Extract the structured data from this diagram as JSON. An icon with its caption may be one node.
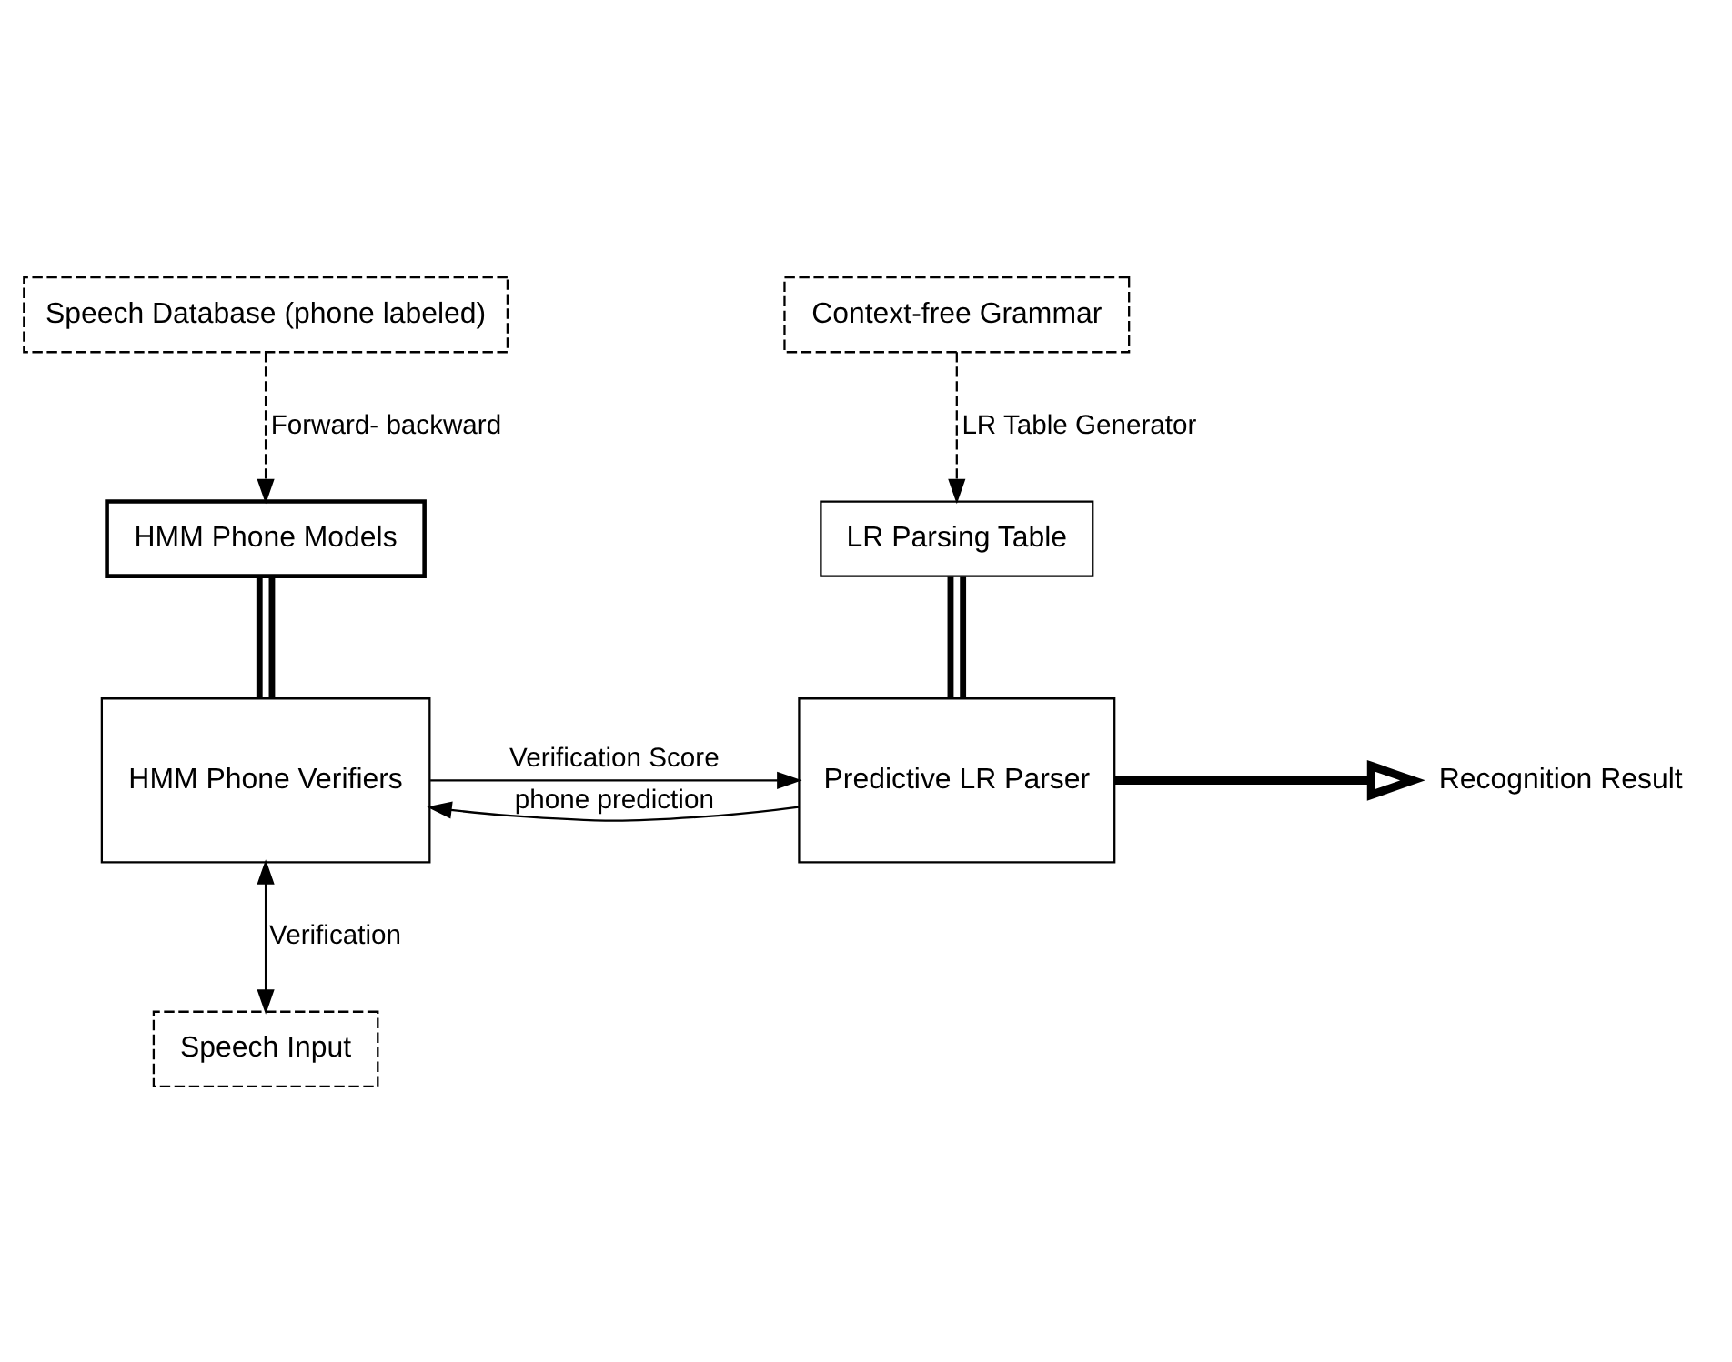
{
  "diagram": {
    "nodes": [
      {
        "text": [
          "Speech Database (phone labeled)"
        ]
      },
      {
        "text": [
          "Context-free Grammar"
        ]
      },
      {
        "text": [
          "HMM Phone Models"
        ]
      },
      {
        "text": [
          "LR Parsing Table"
        ]
      },
      {
        "text": [
          "HMM Phone Verifiers"
        ]
      },
      {
        "text": [
          "Predictive LR Parser"
        ]
      },
      {
        "text": [
          "Recognition Result"
        ]
      },
      {
        "text": [
          "Speech Input"
        ]
      }
    ],
    "edges": [
      {
        "from": 0,
        "to": 2,
        "arrow": "to",
        "style": "dashed",
        "label": "Forward- backward"
      },
      {
        "from": 1,
        "to": 3,
        "arrow": "to",
        "style": "dashed",
        "label": "LR Table Generator"
      },
      {
        "from": 2,
        "to": 4,
        "arrow": "none",
        "style": "thick"
      },
      {
        "from": 3,
        "to": 5,
        "arrow": "none",
        "style": "thick"
      },
      {
        "from": 5,
        "to": 4,
        "arrow": "to",
        "label": "phone prediction"
      },
      {
        "from": 4,
        "to": 5,
        "arrow": "to",
        "label": "Verification Score"
      },
      {
        "from": 5,
        "to": 6,
        "arrow": "to",
        "style": "thick"
      },
      {
        "from": 4,
        "to": 7,
        "arrow": "both",
        "label": "Verification"
      }
    ]
  }
}
